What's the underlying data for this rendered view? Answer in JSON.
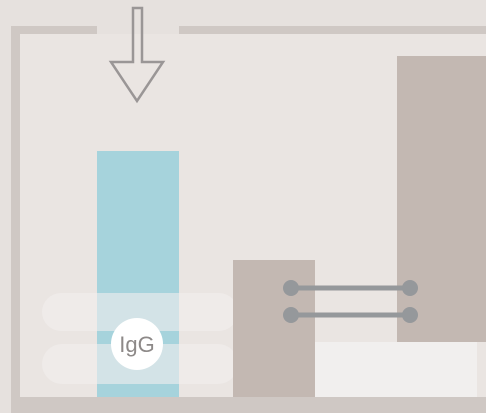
{
  "diagram": {
    "badge_label": "IgG",
    "colors": {
      "background": "#e6e1de",
      "frame": "#cfc8c4",
      "inner_panel": "#eae5e2",
      "channel": "#a6d3dc",
      "channel_overlap": "#c7e2e8",
      "block": "#c3b8b2",
      "pill": "#f1efee",
      "rod": "#95989b",
      "arrow_stroke": "#9a9696",
      "badge_bg": "#ffffff",
      "badge_text": "#8d8988"
    },
    "icons": {
      "inflow_arrow": "down-arrow-outline",
      "connector": "double-bar-connector"
    }
  }
}
